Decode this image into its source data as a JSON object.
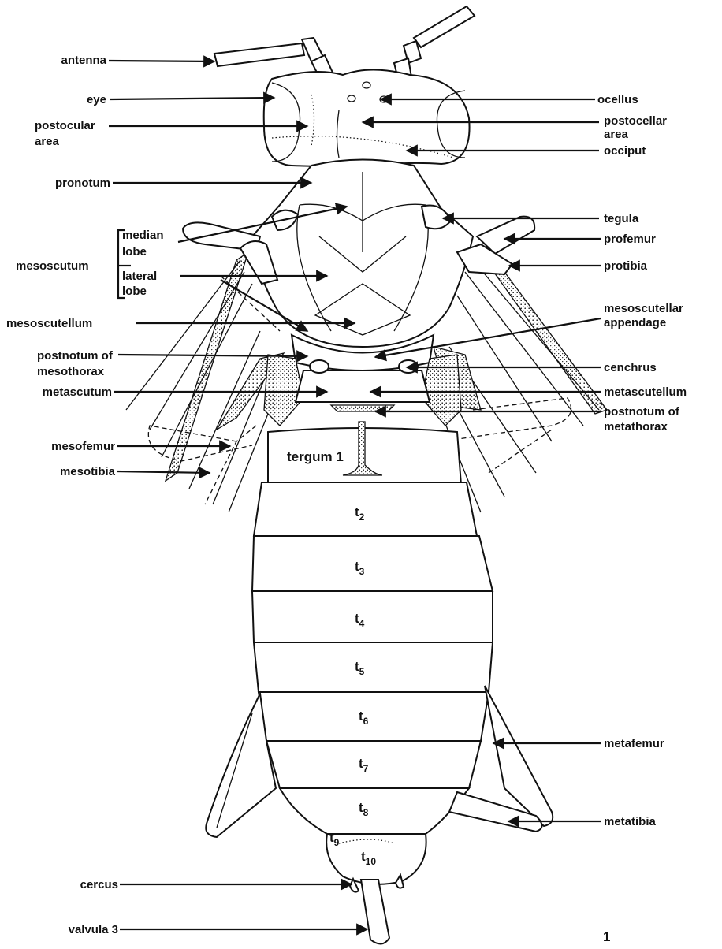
{
  "labels": {
    "antenna": "antenna",
    "eye": "eye",
    "postocular_1": "postocular",
    "postocular_2": "area",
    "pronotum": "pronotum",
    "mesoscutum": "mesoscutum",
    "median_1": "median",
    "median_2": "lobe",
    "lateral_1": "lateral",
    "lateral_2": "lobe",
    "mesoscutellum": "mesoscutellum",
    "postnotum_meso_1": "postnotum of",
    "postnotum_meso_2": "mesothorax",
    "metascutum": "metascutum",
    "mesofemur": "mesofemur",
    "mesotibia": "mesotibia",
    "cercus": "cercus",
    "valvula": "valvula 3",
    "ocellus": "ocellus",
    "postocellar_1": "postocellar",
    "postocellar_2": "area",
    "occiput": "occiput",
    "tegula": "tegula",
    "profemur": "profemur",
    "protibia": "protibia",
    "mesoscutellar_1": "mesoscutellar",
    "mesoscutellar_2": "appendage",
    "cenchrus": "cenchrus",
    "metascutellum": "metascutellum",
    "postnotum_meta_1": "postnotum of",
    "postnotum_meta_2": "metathorax",
    "metafemur": "metafemur",
    "metatibia": "metatibia"
  },
  "segments": {
    "tergum1": "tergum 1",
    "t": "t",
    "n2": "2",
    "n3": "3",
    "n4": "4",
    "n5": "5",
    "n6": "6",
    "n7": "7",
    "n8": "8",
    "n9": "9",
    "n10": "10"
  },
  "figure_number": "1"
}
